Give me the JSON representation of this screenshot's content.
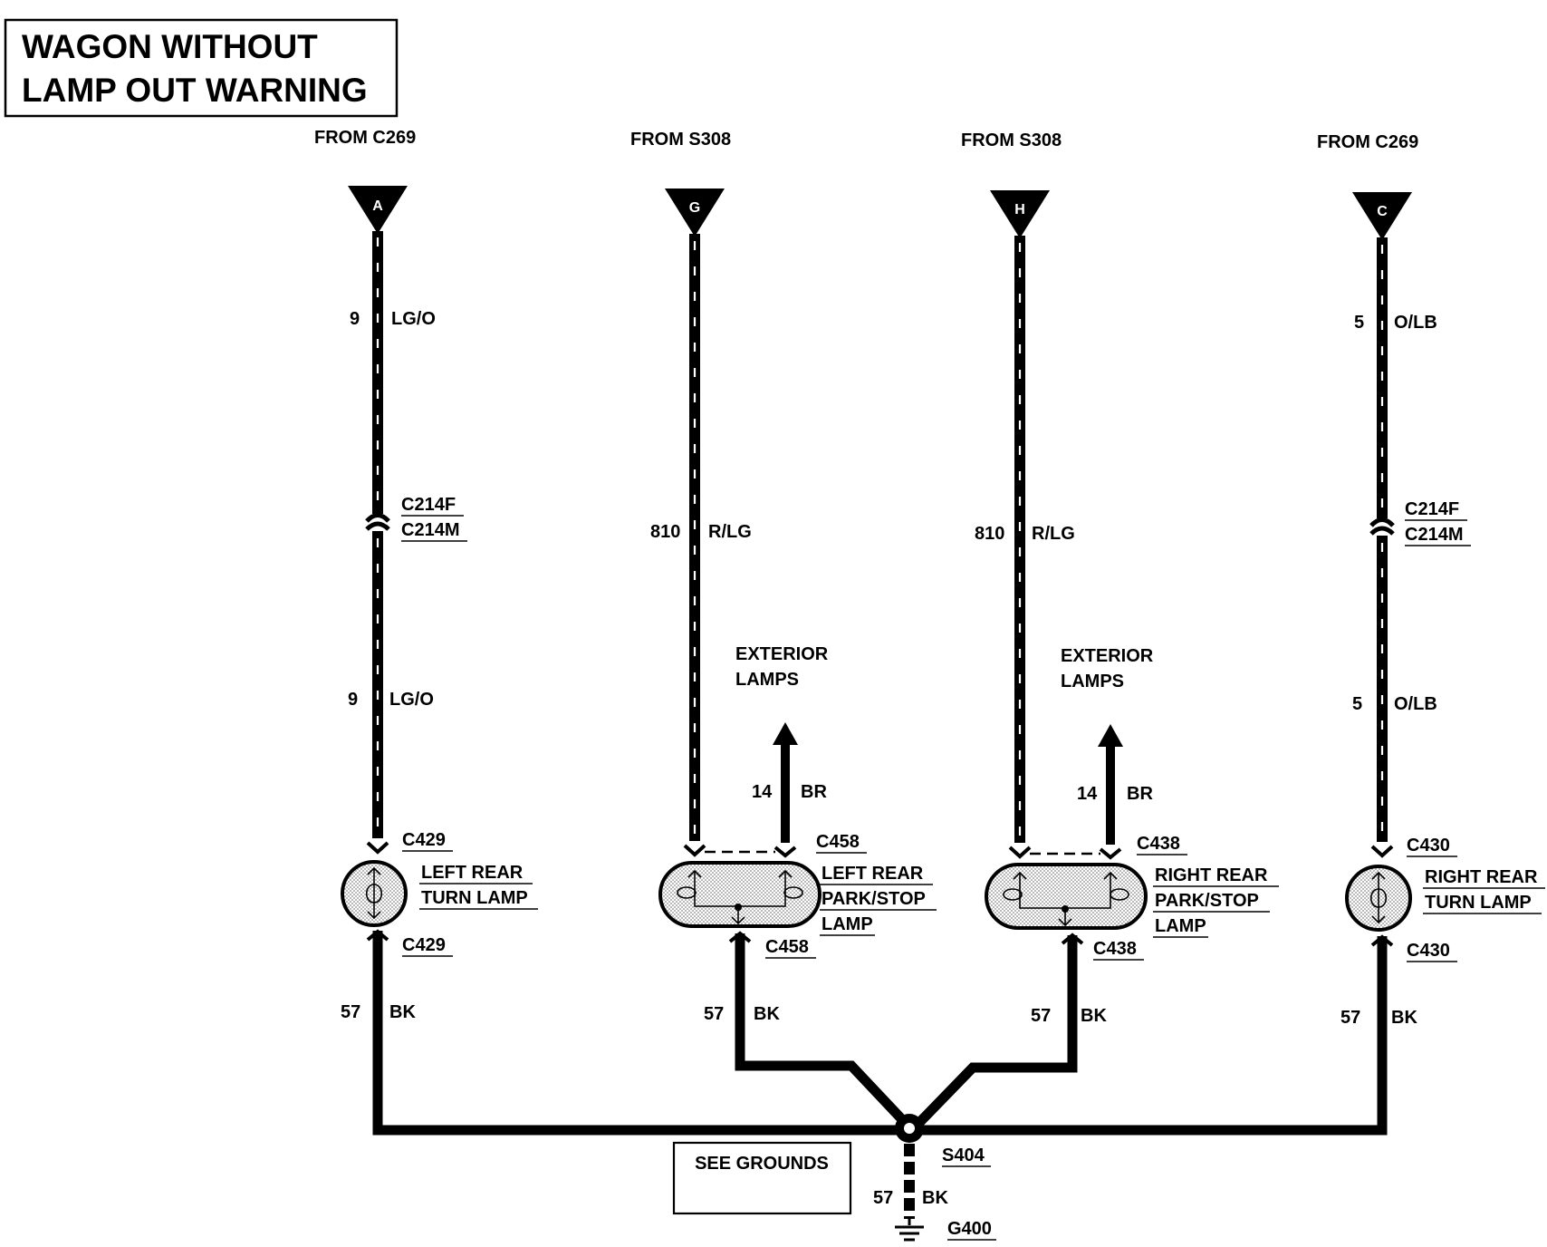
{
  "title": {
    "line1": "WAGON WITHOUT",
    "line2": "LAMP OUT WARNING"
  },
  "sources": [
    {
      "from": "FROM C269",
      "pin": "A"
    },
    {
      "from": "FROM S308",
      "pin": "G"
    },
    {
      "from": "FROM S308",
      "pin": "H"
    },
    {
      "from": "FROM C269",
      "pin": "C"
    }
  ],
  "wires": {
    "a_upper": {
      "circuit": "9",
      "color": "LG/O"
    },
    "a_lower": {
      "circuit": "9",
      "color": "LG/O"
    },
    "g": {
      "circuit": "810",
      "color": "R/LG"
    },
    "h": {
      "circuit": "810",
      "color": "R/LG"
    },
    "c_upper": {
      "circuit": "5",
      "color": "O/LB"
    },
    "c_lower": {
      "circuit": "5",
      "color": "O/LB"
    },
    "br_left": {
      "circuit": "14",
      "color": "BR"
    },
    "br_right": {
      "circuit": "14",
      "color": "BR"
    },
    "gnd1": {
      "circuit": "57",
      "color": "BK"
    },
    "gnd2": {
      "circuit": "57",
      "color": "BK"
    },
    "gnd3": {
      "circuit": "57",
      "color": "BK"
    },
    "gnd4": {
      "circuit": "57",
      "color": "BK"
    },
    "gnd_main": {
      "circuit": "57",
      "color": "BK"
    }
  },
  "inline_connectors": {
    "left": {
      "female": "C214F",
      "male": "C214M"
    },
    "right": {
      "female": "C214F",
      "male": "C214M"
    }
  },
  "exterior_lamps": {
    "line1": "EXTERIOR",
    "line2": "LAMPS"
  },
  "lamps": {
    "left_turn": {
      "connector_top": "C429",
      "connector_bottom": "C429",
      "line1": "LEFT REAR",
      "line2": "TURN LAMP"
    },
    "left_park": {
      "connector_top": "C458",
      "connector_bottom": "C458",
      "line1": "LEFT REAR",
      "line2": "PARK/STOP",
      "line3": "LAMP"
    },
    "right_park": {
      "connector_top": "C438",
      "connector_bottom": "C438",
      "line1": "RIGHT REAR",
      "line2": "PARK/STOP",
      "line3": "LAMP"
    },
    "right_turn": {
      "connector_top": "C430",
      "connector_bottom": "C430",
      "line1": "RIGHT REAR",
      "line2": "TURN LAMP"
    }
  },
  "splice": "S404",
  "ground": "G400",
  "see_grounds": "SEE GROUNDS"
}
